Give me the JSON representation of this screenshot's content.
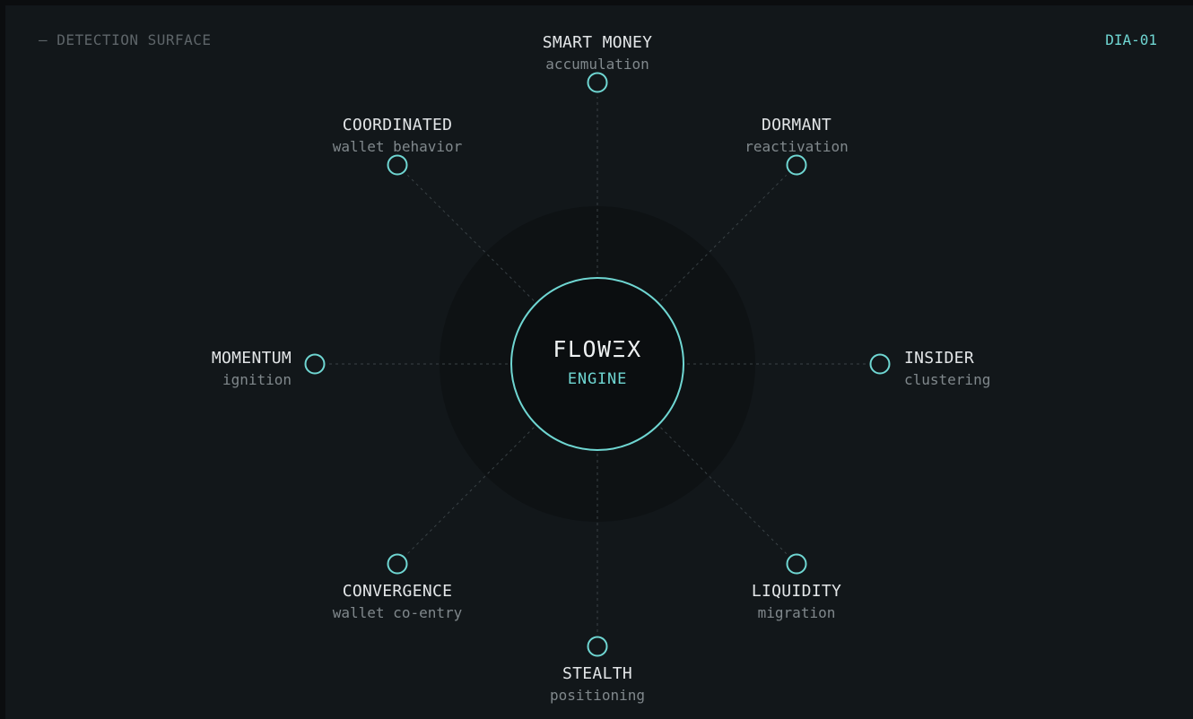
{
  "header": {
    "section_label": "— DETECTION SURFACE",
    "diagram_id": "DIA-01"
  },
  "center": {
    "brand": "FLOWΞX",
    "label": "ENGINE"
  },
  "nodes": [
    {
      "key": "smart-money",
      "title": "SMART MONEY",
      "subtitle": "accumulation"
    },
    {
      "key": "dormant",
      "title": "DORMANT",
      "subtitle": "reactivation"
    },
    {
      "key": "insider",
      "title": "INSIDER",
      "subtitle": "clustering"
    },
    {
      "key": "liquidity",
      "title": "LIQUIDITY",
      "subtitle": "migration"
    },
    {
      "key": "stealth",
      "title": "STEALTH",
      "subtitle": "positioning"
    },
    {
      "key": "convergence",
      "title": "CONVERGENCE",
      "subtitle": "wallet co-entry"
    },
    {
      "key": "momentum",
      "title": "MOMENTUM",
      "subtitle": "ignition"
    },
    {
      "key": "coordinated",
      "title": "COORDINATED",
      "subtitle": "wallet behavior"
    }
  ],
  "colors": {
    "accent": "#6fd6d2",
    "background": "#12171a",
    "halo": "#0e1214"
  }
}
